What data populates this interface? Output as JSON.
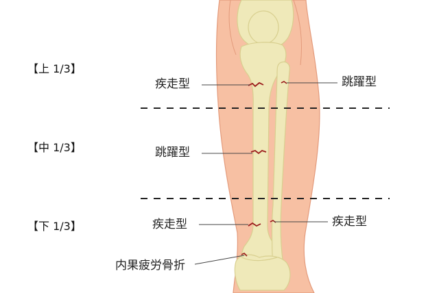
{
  "sections": {
    "upper": "【上 1/3】",
    "middle": "【中 1/3】",
    "lower": "【下 1/3】"
  },
  "labels": {
    "upper_left": "疾走型",
    "upper_right": "跳躍型",
    "middle_left": "跳躍型",
    "lower_left": "疾走型",
    "lower_right": "疾走型",
    "medial_malleolus": "内果疲労骨折"
  },
  "colors": {
    "skin": "#f7c0a3",
    "skin_outline": "#e39a7b",
    "bone": "#efe9b9",
    "bone_outline": "#d8cf8f",
    "fracture": "#9b1b1b",
    "divider": "#222222"
  }
}
